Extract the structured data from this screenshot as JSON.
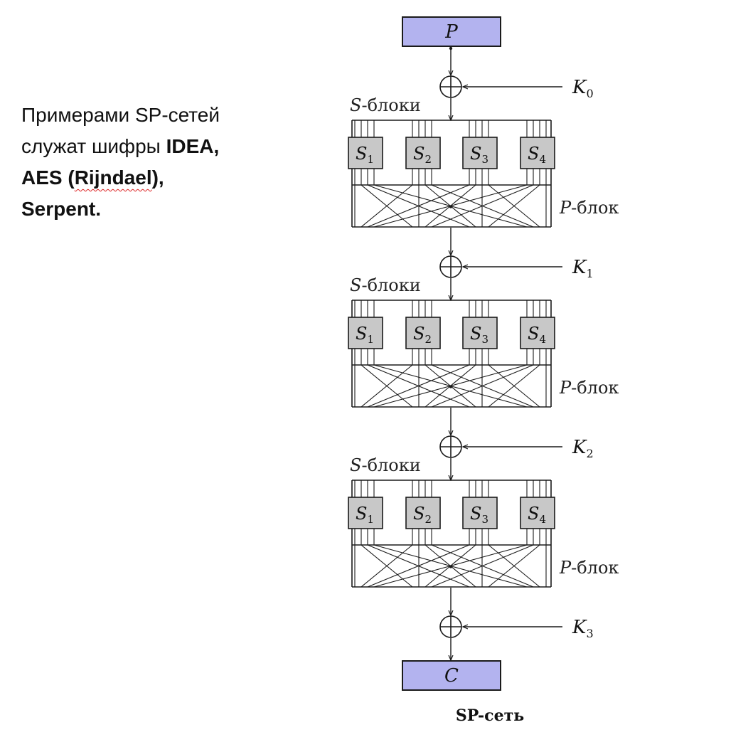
{
  "description": {
    "part1": "Примерами SP-сетей служат шифры ",
    "bold1": "IDEA, AES (",
    "underlined": "Rijndael",
    "bold2": "), Serpent."
  },
  "diagram": {
    "plaintext_label": "P",
    "ciphertext_label": "C",
    "title": "SP-сеть",
    "sboxes_label": "S-блоки",
    "pbox_label": "P-блок",
    "keys": [
      {
        "base": "K",
        "sub": "0"
      },
      {
        "base": "K",
        "sub": "1"
      },
      {
        "base": "K",
        "sub": "2"
      },
      {
        "base": "K",
        "sub": "3"
      }
    ],
    "sboxes": [
      {
        "base": "S",
        "sub": "1"
      },
      {
        "base": "S",
        "sub": "2"
      },
      {
        "base": "S",
        "sub": "3"
      },
      {
        "base": "S",
        "sub": "4"
      }
    ],
    "colors": {
      "io_box_fill": "#b3b3ef",
      "sbox_fill": "#c8c8c8",
      "stroke": "#1a1a1a"
    }
  }
}
